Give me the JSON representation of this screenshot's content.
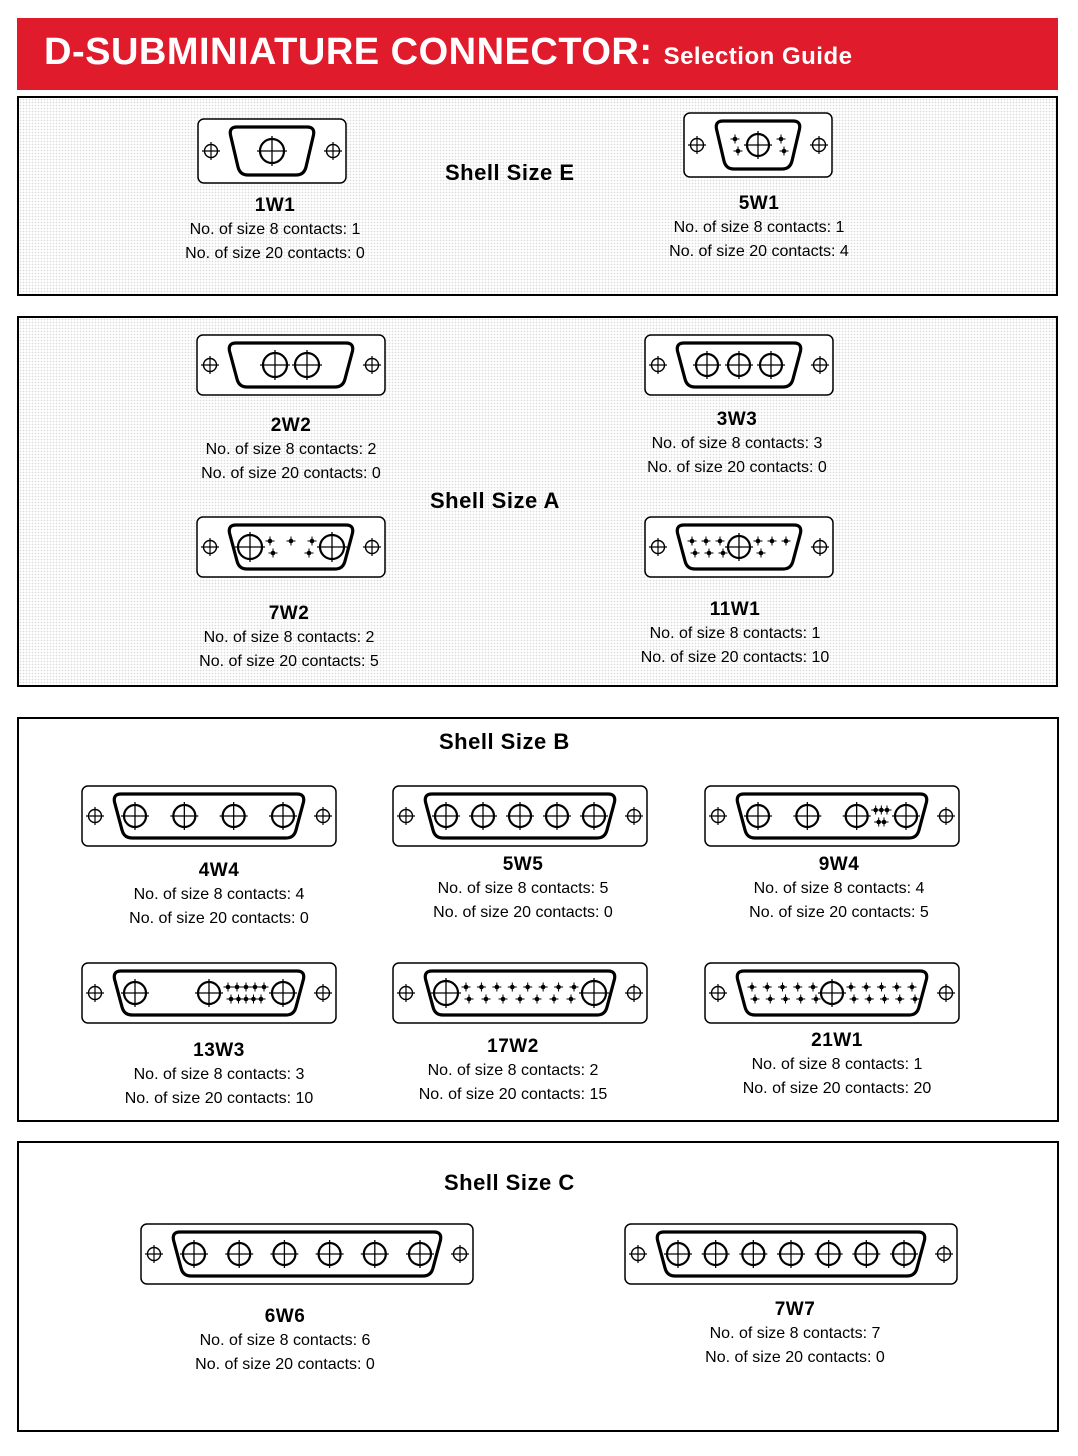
{
  "header": {
    "title": "D-SUBMINIATURE CONNECTOR:",
    "subtitle": "Selection Guide"
  },
  "labels": {
    "size8_prefix": "No. of size 8 contacts: ",
    "size20_prefix": "No. of size 20 contacts: "
  },
  "shells": [
    {
      "id": "E",
      "title": "Shell Size E",
      "connectors": [
        {
          "code": "1W1",
          "size8": 1,
          "size20": 0
        },
        {
          "code": "5W1",
          "size8": 1,
          "size20": 4
        }
      ]
    },
    {
      "id": "A",
      "title": "Shell Size A",
      "connectors": [
        {
          "code": "2W2",
          "size8": 2,
          "size20": 0
        },
        {
          "code": "3W3",
          "size8": 3,
          "size20": 0
        },
        {
          "code": "7W2",
          "size8": 2,
          "size20": 5
        },
        {
          "code": "11W1",
          "size8": 1,
          "size20": 10
        }
      ]
    },
    {
      "id": "B",
      "title": "Shell Size B",
      "connectors": [
        {
          "code": "4W4",
          "size8": 4,
          "size20": 0
        },
        {
          "code": "5W5",
          "size8": 5,
          "size20": 0
        },
        {
          "code": "9W4",
          "size8": 4,
          "size20": 5
        },
        {
          "code": "13W3",
          "size8": 3,
          "size20": 10
        },
        {
          "code": "17W2",
          "size8": 2,
          "size20": 15
        },
        {
          "code": "21W1",
          "size8": 1,
          "size20": 20
        }
      ]
    },
    {
      "id": "C",
      "title": "Shell Size C",
      "connectors": [
        {
          "code": "6W6",
          "size8": 6,
          "size20": 0
        },
        {
          "code": "7W7",
          "size8": 7,
          "size20": 0
        }
      ]
    }
  ]
}
